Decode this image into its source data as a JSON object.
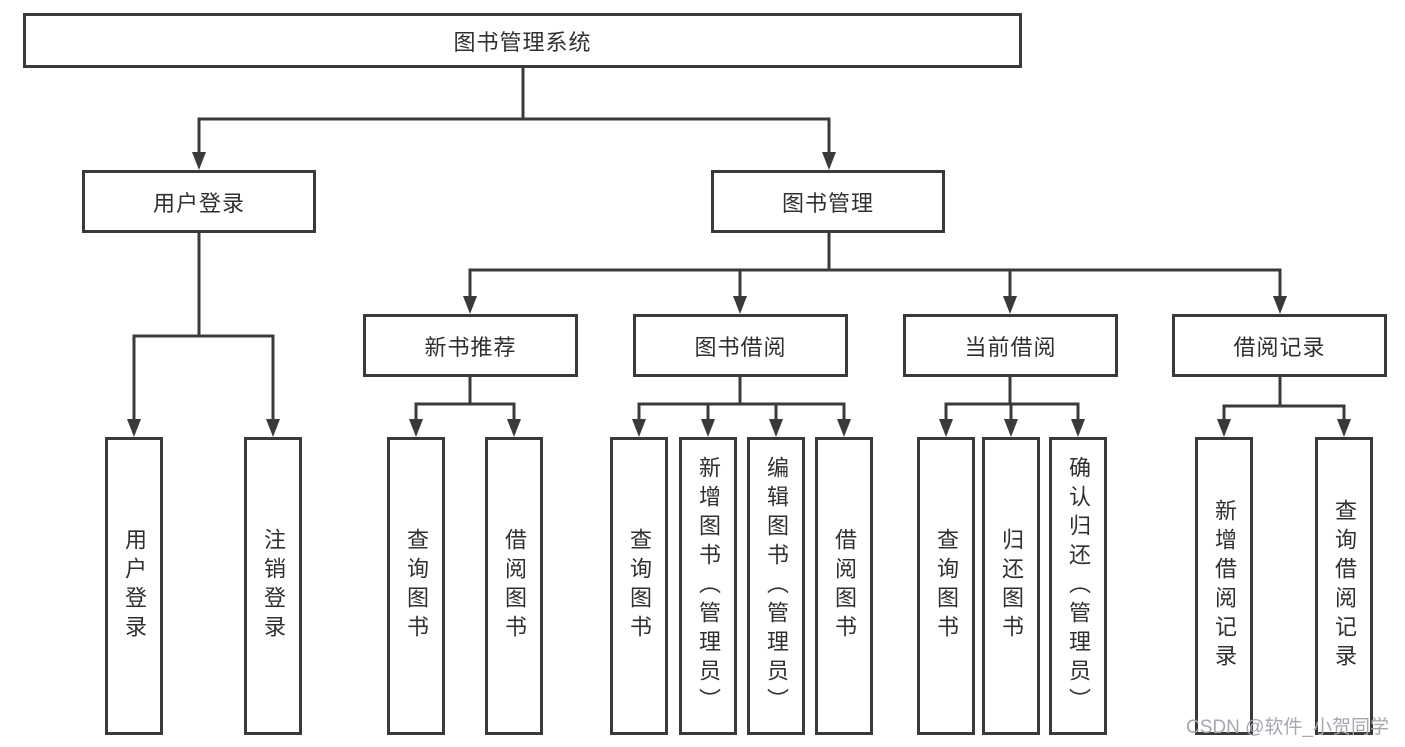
{
  "nodes": {
    "root": "图书管理系统",
    "user_login": "用户登录",
    "book_mgmt": "图书管理",
    "new_books": "新书推荐",
    "book_borrow": "图书借阅",
    "current_borrow": "当前借阅",
    "borrow_records": "借阅记录",
    "leaves": {
      "user_login": [
        "用户登录",
        "注销登录"
      ],
      "new_books": [
        "查询图书",
        "借阅图书"
      ],
      "book_borrow": [
        "查询图书",
        "新增图书（管理员）",
        "编辑图书（管理员）",
        "借阅图书"
      ],
      "current_borrow": [
        "查询图书",
        "归还图书",
        "确认归还（管理员）"
      ],
      "borrow_records": [
        "新增借阅记录",
        "查询借阅记录"
      ]
    }
  },
  "watermark": "CSDN @软件_小贺同学",
  "colors": {
    "line": "#3a3a3a",
    "box_border": "#3a3a3a",
    "text": "#303030",
    "watermark": "#a4a8ae",
    "background": "#ffffff"
  }
}
